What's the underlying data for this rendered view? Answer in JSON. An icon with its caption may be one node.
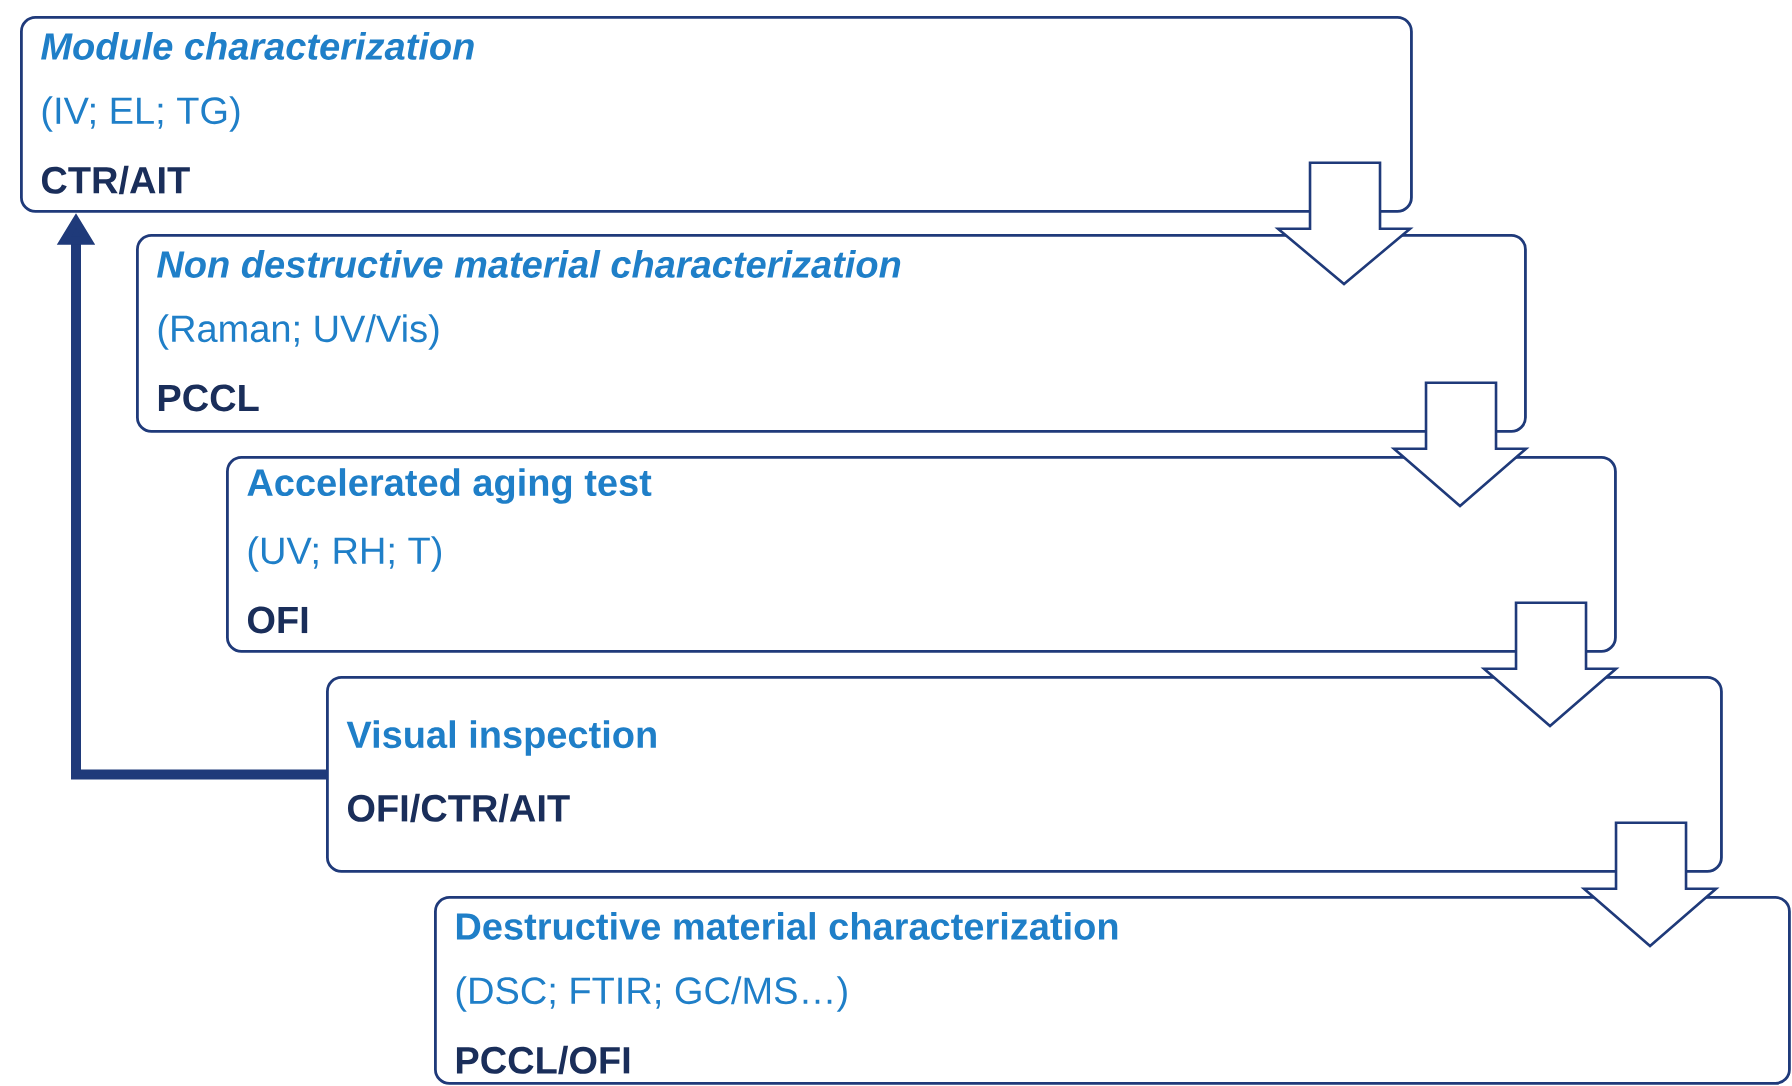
{
  "diagram": {
    "nodes": [
      {
        "text": [
          "Module characterization",
          "(IV; EL; TG)",
          "CTR/AIT"
        ]
      },
      {
        "text": [
          "Non destructive material characterization",
          "(Raman; UV/Vis)",
          "PCCL"
        ]
      },
      {
        "text": [
          "Accelerated aging test",
          "(UV; RH; T)",
          "OFI"
        ]
      },
      {
        "text": [
          "Visual inspection",
          "OFI/CTR/AIT"
        ]
      },
      {
        "text": [
          "Destructive material characterization",
          "(DSC; FTIR; GC/MS…)",
          "PCCL/OFI"
        ]
      }
    ],
    "edges": [
      {
        "from": 0,
        "to": 1,
        "arrow": "to"
      },
      {
        "from": 1,
        "to": 2,
        "arrow": "to"
      },
      {
        "from": 2,
        "to": 3,
        "arrow": "to"
      },
      {
        "from": 3,
        "to": 4,
        "arrow": "to"
      },
      {
        "from": 3,
        "to": 0,
        "arrow": "to"
      }
    ]
  }
}
